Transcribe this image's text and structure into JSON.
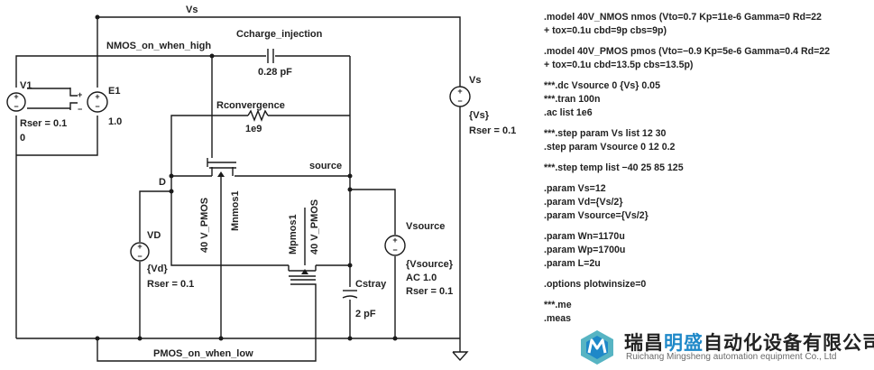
{
  "schematic": {
    "nets": {
      "vs_top": "Vs",
      "nmos_gate": "NMOS_on_when_high",
      "pmos_gate": "PMOS_on_when_low",
      "drain": "D",
      "source": "source"
    },
    "v1": {
      "name": "V1",
      "rser": "Rser = 0.1",
      "value": "0"
    },
    "e1": {
      "name": "E1",
      "gain": "1.0",
      "plus": "+",
      "minus": "−"
    },
    "cinj": {
      "title": "Ccharge_injection",
      "value": "0.28 pF"
    },
    "rconv": {
      "name": "Rconvergence",
      "value": "1e9"
    },
    "vd": {
      "name": "VD",
      "value": "{Vd}",
      "rser": "Rser = 0.1"
    },
    "mn": {
      "name": "Mnmos1",
      "model": "40 V_PMOS"
    },
    "mp": {
      "name": "Mpmos1",
      "model": "40 V_PMOS"
    },
    "vsource": {
      "name": "Vsource",
      "value": "{Vsource}",
      "ac": "AC 1.0",
      "rser": "Rser = 0.1"
    },
    "cstray": {
      "name": "Cstray",
      "value": "2 pF"
    },
    "vs": {
      "name": "Vs",
      "value": "{Vs}",
      "rser": "Rser = 0.1"
    }
  },
  "directives": [
    ".model 40V_NMOS nmos (Vto=0.7 Kp=11e-6 Gamma=0 Rd=22",
    "+ tox=0.1u cbd=9p cbs=9p)",
    "",
    ".model 40V_PMOS pmos (Vto=−0.9 Kp=5e-6 Gamma=0.4 Rd=22",
    "+ tox=0.1u cbd=13.5p cbs=13.5p)",
    "",
    "***.dc Vsource 0 {Vs} 0.05",
    "***.tran 100n",
    ".ac list 1e6",
    "",
    "***.step param Vs list 12 30",
    ".step param Vsource 0 12 0.2",
    "",
    "***.step temp list −40 25 85 125",
    "",
    ".param Vs=12",
    ".param Vd={Vs/2}",
    ".param Vsource={Vs/2}",
    "",
    ".param Wn=1170u",
    ".param Wp=1700u",
    ".param L=2u",
    "",
    ".options plotwinsize=0",
    "",
    "***.me",
    ".meas"
  ],
  "watermark": {
    "cn_part1": "瑞昌",
    "cn_part2": "明盛",
    "cn_part3": "自动化设备有限公司",
    "en": "Ruichang Mingsheng automation equipment Co., Ltd",
    "colors": {
      "blue": "#1e88c8",
      "teal": "#3aa7b8"
    }
  }
}
